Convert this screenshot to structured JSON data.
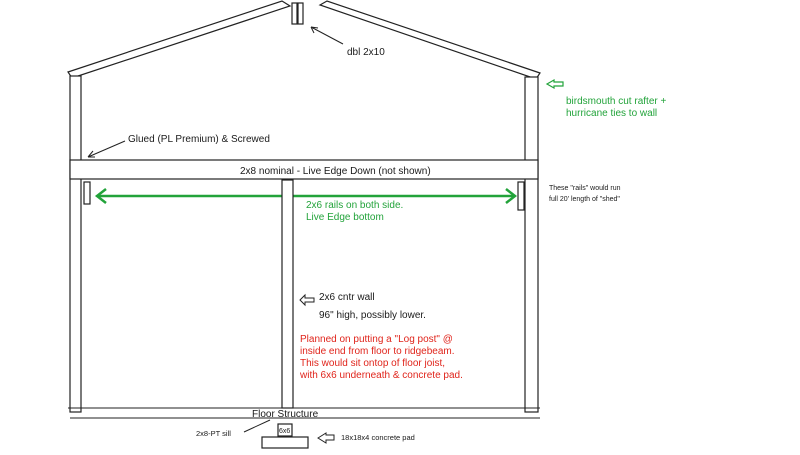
{
  "labels": {
    "ridge": "dbl 2x10",
    "birdsmouth_line1": "birdsmouth cut rafter +",
    "birdsmouth_line2": "hurricane ties to wall",
    "glued": "Glued (PL Premium) & Screwed",
    "beam": "2x8 nominal - Live Edge Down (not shown)",
    "rails_right_line1": "These \"rails\" would run",
    "rails_right_line2": "full 20' length of \"shed\"",
    "rails_line1": "2x6 rails on both side.",
    "rails_line2": "Live Edge bottom",
    "cntr_wall": "2x6 cntr wall",
    "height": "96\" high, possibly lower.",
    "plan_line1": "Planned on putting a \"Log post\" @",
    "plan_line2": "inside end from floor to ridgebeam.",
    "plan_line3": "This would sit ontop of floor joist,",
    "plan_line4": "with 6x6 underneath & concrete pad.",
    "floor": "Floor Structure",
    "sill": "2x8-PT sill",
    "post": "6x6",
    "pad": "18x18x4 concrete pad"
  },
  "colors": {
    "annotation_green": "#22a33a",
    "annotation_red": "#e0241b",
    "line_black": "#222222"
  }
}
